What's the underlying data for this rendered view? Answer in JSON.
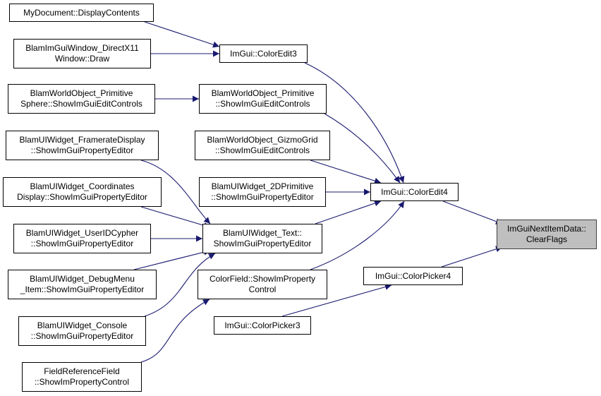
{
  "graph": {
    "edge_color": "#191970",
    "focus_fill": "#bfbfbf",
    "nodes": {
      "display_contents": [
        "MyDocument::DisplayContents"
      ],
      "directx_draw": [
        "BlamImGuiWindow_DirectX11",
        "Window::Draw"
      ],
      "color_edit3": [
        "ImGui::ColorEdit3"
      ],
      "primitive_sphere": [
        "BlamWorldObject_Primitive",
        "Sphere::ShowImGuiEditControls"
      ],
      "primitive_edit": [
        "BlamWorldObject_Primitive",
        "::ShowImGuiEditControls"
      ],
      "gizmo_grid": [
        "BlamWorldObject_GizmoGrid",
        "::ShowImGuiEditControls"
      ],
      "widget_2dprimitive": [
        "BlamUIWidget_2DPrimitive",
        "::ShowImGuiPropertyEditor"
      ],
      "color_edit4": [
        "ImGui::ColorEdit4"
      ],
      "framerate_display": [
        "BlamUIWidget_FramerateDisplay",
        "::ShowImGuiPropertyEditor"
      ],
      "coordinates_display": [
        "BlamUIWidget_Coordinates",
        "Display::ShowImGuiPropertyEditor"
      ],
      "userid_cypher": [
        "BlamUIWidget_UserIDCypher",
        "::ShowImGuiPropertyEditor"
      ],
      "debugmenu_item": [
        "BlamUIWidget_DebugMenu",
        "_Item::ShowImGuiPropertyEditor"
      ],
      "widget_console": [
        "BlamUIWidget_Console",
        "::ShowImGuiPropertyEditor"
      ],
      "field_reference": [
        "FieldReferenceField",
        "::ShowImPropertyControl"
      ],
      "widget_text": [
        "BlamUIWidget_Text::",
        "ShowImGuiPropertyEditor"
      ],
      "color_field": [
        "ColorField::ShowImProperty",
        "Control"
      ],
      "color_picker3": [
        "ImGui::ColorPicker3"
      ],
      "color_picker4": [
        "ImGui::ColorPicker4"
      ],
      "clear_flags": [
        "ImGuiNextItemData::",
        "ClearFlags"
      ]
    }
  }
}
